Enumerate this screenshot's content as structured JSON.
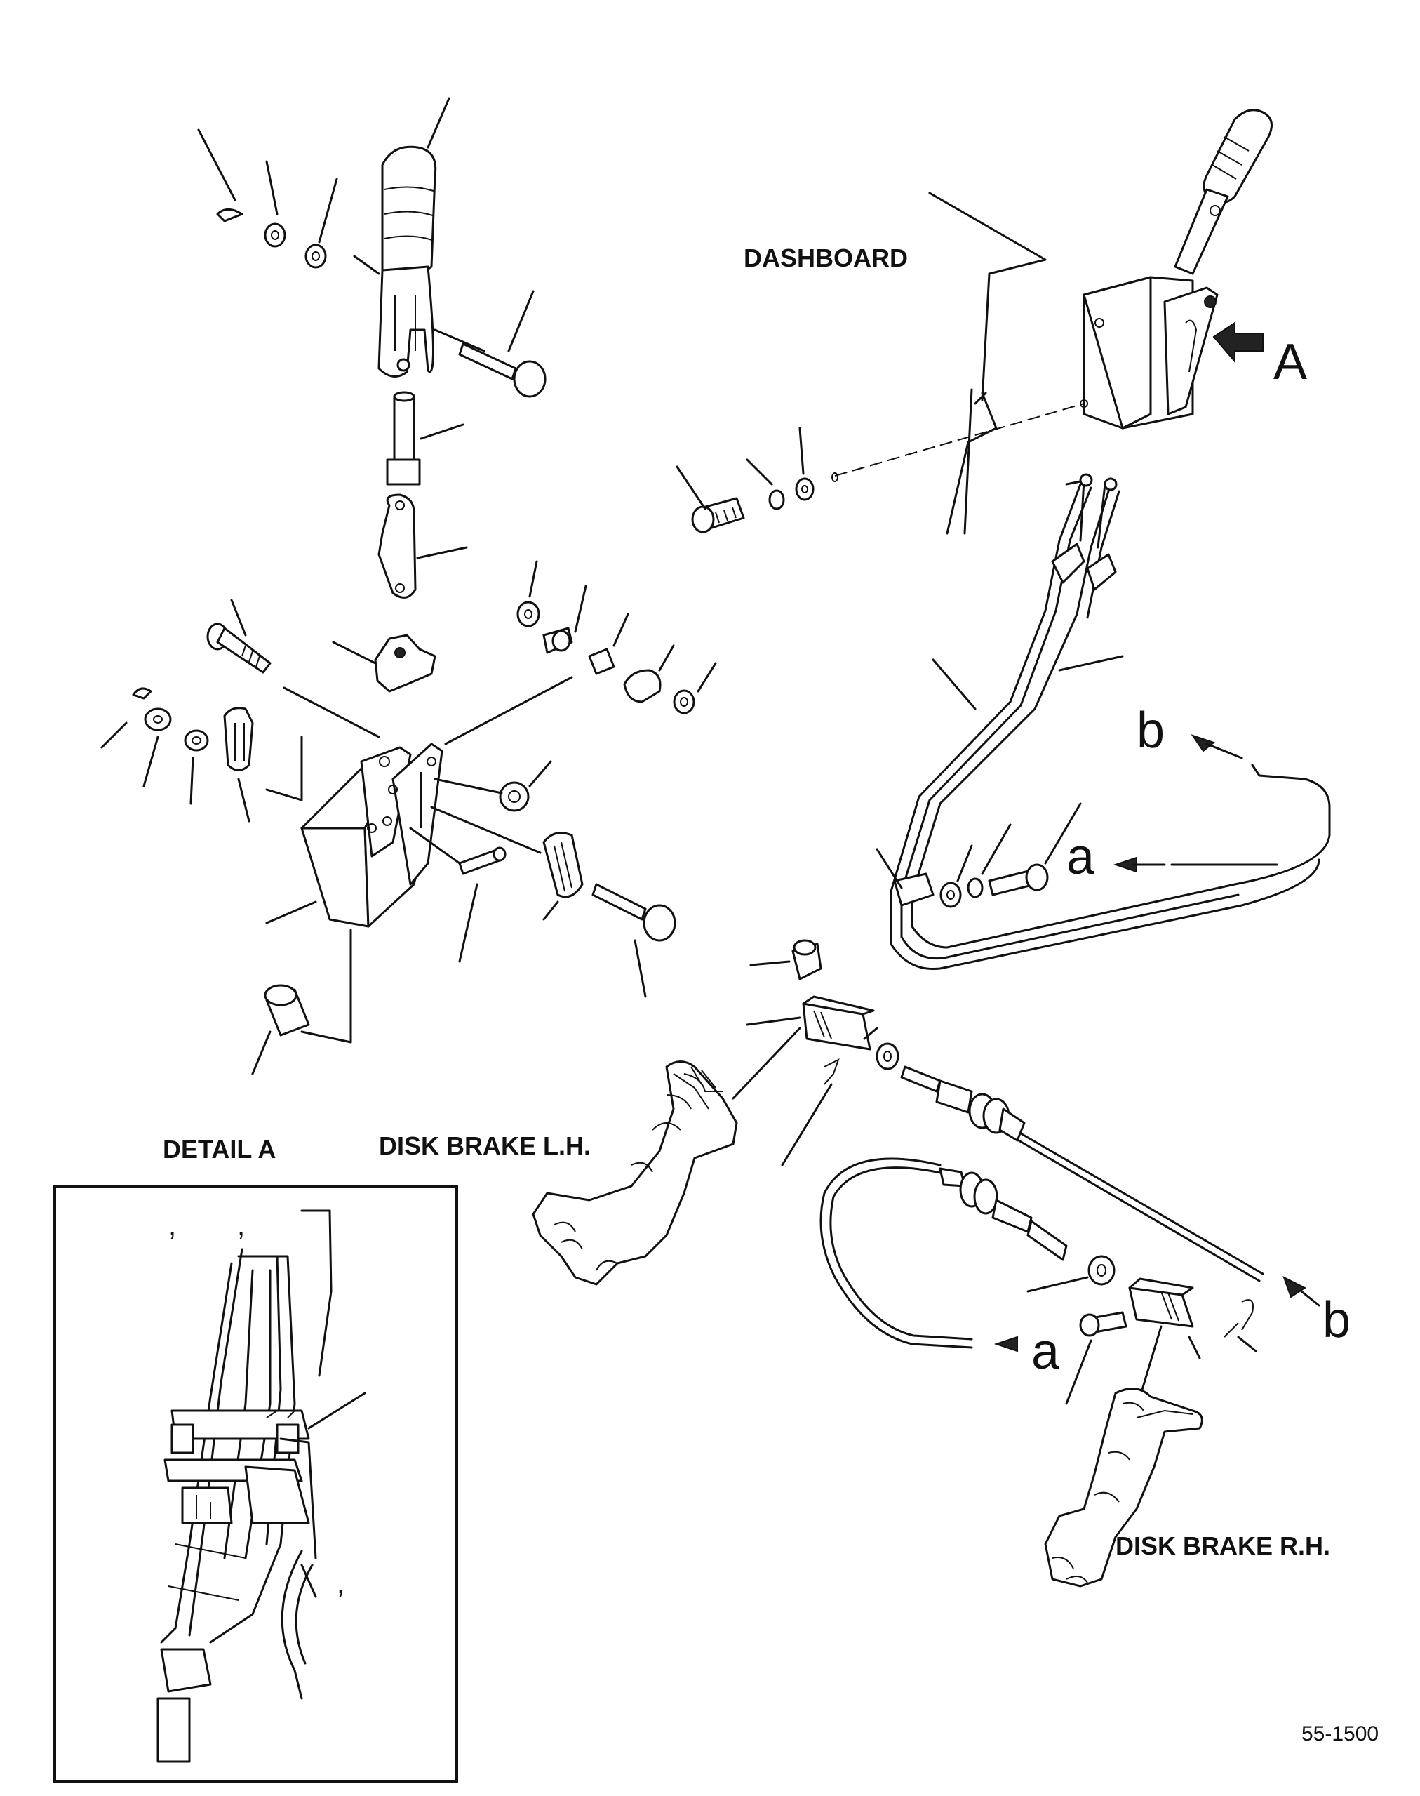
{
  "labels": {
    "dashboard": "DASHBOARD",
    "detail_a_title": "DETAIL A",
    "disk_brake_lh": "DISK BRAKE L.H.",
    "disk_brake_rh": "DISK BRAKE R.H.",
    "arrow_A": "A",
    "callout_b_top": "b",
    "callout_a_top": "a",
    "callout_b_bottom": "b",
    "callout_a_bottom": "a",
    "figure_number": "55-1500"
  },
  "detail_a_marks": {
    "comma_1": ",",
    "comma_2": ",",
    "comma_3": ","
  }
}
